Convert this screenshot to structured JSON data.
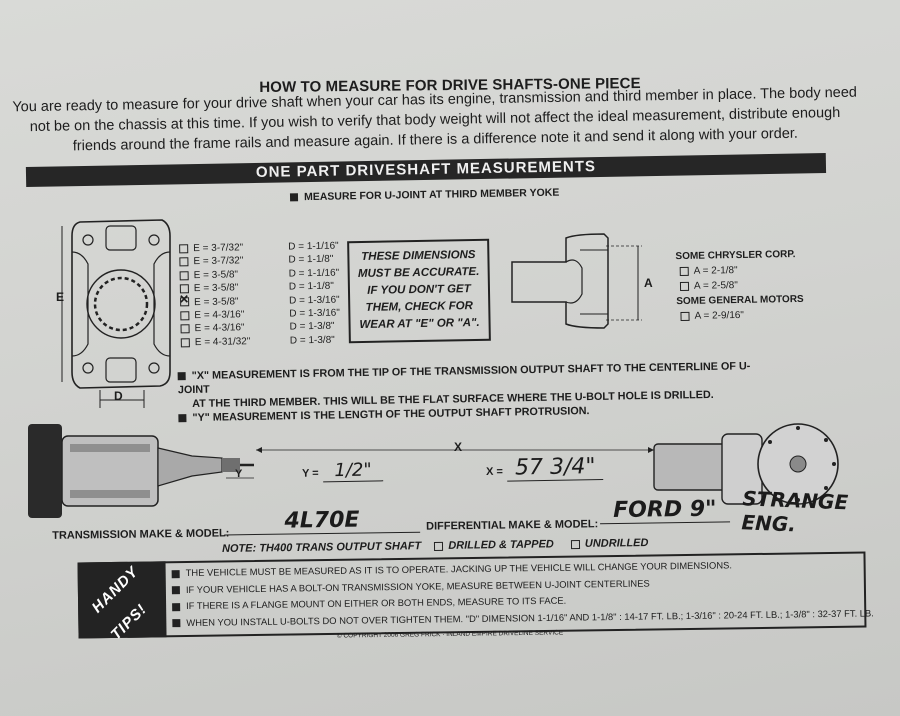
{
  "title": "HOW TO MEASURE FOR DRIVE SHAFTS-ONE PIECE",
  "intro": [
    "You are ready to measure for your drive shaft when your car has its engine, transmission and third member in place. The body need",
    "not be on the chassis at this time. If you wish to verify that body weight will not affect the ideal measurement, distribute enough",
    "friends around the frame rails and measure again. If there is a difference note it and send it along with your order."
  ],
  "banner": "ONE PART DRIVESHAFT MEASUREMENTS",
  "subheading": "MEASURE FOR U-JOINT AT THIRD MEMBER YOKE",
  "yoke_labels": {
    "e": "E",
    "d": "D",
    "a": "A"
  },
  "dimension_rows": [
    {
      "e": "E = 3-7/32\"",
      "d": "D = 1-1/16\"",
      "checked": false
    },
    {
      "e": "E = 3-7/32\"",
      "d": "D = 1-1/8\"",
      "checked": false
    },
    {
      "e": "E = 3-5/8\"",
      "d": "D = 1-1/16\"",
      "checked": false
    },
    {
      "e": "E = 3-5/8\"",
      "d": "D = 1-1/8\"",
      "checked": false
    },
    {
      "e": "E = 3-5/8\"",
      "d": "D = 1-3/16\"",
      "checked": true
    },
    {
      "e": "E = 4-3/16\"",
      "d": "D = 1-3/16\"",
      "checked": false
    },
    {
      "e": "E = 4-3/16\"",
      "d": "D = 1-3/8\"",
      "checked": false
    },
    {
      "e": "E = 4-31/32\"",
      "d": "D = 1-3/8\"",
      "checked": false
    }
  ],
  "accuracy_note": [
    "THESE DIMENSIONS",
    "MUST BE ACCURATE.",
    "IF YOU DON'T GET",
    "THEM, CHECK FOR",
    "WEAR AT \"E\" OR \"A\"."
  ],
  "chrysler": {
    "heading": "SOME CHRYSLER CORP.",
    "options": [
      "A = 2-1/8\"",
      "A = 2-5/8\""
    ],
    "gm_heading": "SOME GENERAL MOTORS",
    "gm_options": [
      "A = 2-9/16\""
    ]
  },
  "x_desc": [
    "\"X\" MEASUREMENT IS FROM THE TIP OF THE TRANSMISSION OUTPUT SHAFT TO THE CENTERLINE OF U-JOINT",
    "AT THE THIRD MEMBER.  THIS WILL BE THE FLAT SURFACE WHERE THE U-BOLT HOLE IS DRILLED."
  ],
  "y_desc": "\"Y\" MEASUREMENT IS THE LENGTH OF THE OUTPUT SHAFT PROTRUSION.",
  "drawing": {
    "x_label": "X",
    "y_label": "Y",
    "y_field_label": "Y =",
    "y_value": "1/2\"",
    "x_field_label": "X =",
    "x_value": "57 3/4\""
  },
  "makes": {
    "trans_label": "TRANSMISSION MAKE & MODEL:",
    "trans_value": "4L70E",
    "diff_label": "DIFFERENTIAL MAKE & MODEL:",
    "diff_value": "FORD 9\"",
    "diff_extra": "STRANGE ENG."
  },
  "note_line": {
    "note": "NOTE:  TH400 TRANS OUTPUT SHAFT",
    "opt1": "DRILLED & TAPPED",
    "opt2": "UNDRILLED"
  },
  "tips": {
    "label_line1": "HANDY",
    "label_line2": "TIPS!",
    "items": [
      "THE VEHICLE MUST BE MEASURED AS IT IS TO OPERATE.  JACKING UP THE VEHICLE WILL CHANGE YOUR DIMENSIONS.",
      "IF YOUR VEHICLE HAS A BOLT-ON TRANSMISSION YOKE, MEASURE BETWEEN U-JOINT CENTERLINES",
      "IF THERE IS A FLANGE MOUNT ON EITHER OR BOTH ENDS, MEASURE TO ITS FACE.",
      "WHEN YOU INSTALL U-BOLTS DO NOT OVER TIGHTEN THEM.  \"D\" DIMENSION 1-1/16\" AND 1-1/8\" : 14-17 FT. LB.; 1-3/16\" : 20-24 FT. LB.; 1-3/8\" : 32-37 FT. LB."
    ]
  },
  "copyright": "© COPYRIGHT 2006 GREG FRICK · INLAND EMPIRE DRIVELINE SERVICE"
}
